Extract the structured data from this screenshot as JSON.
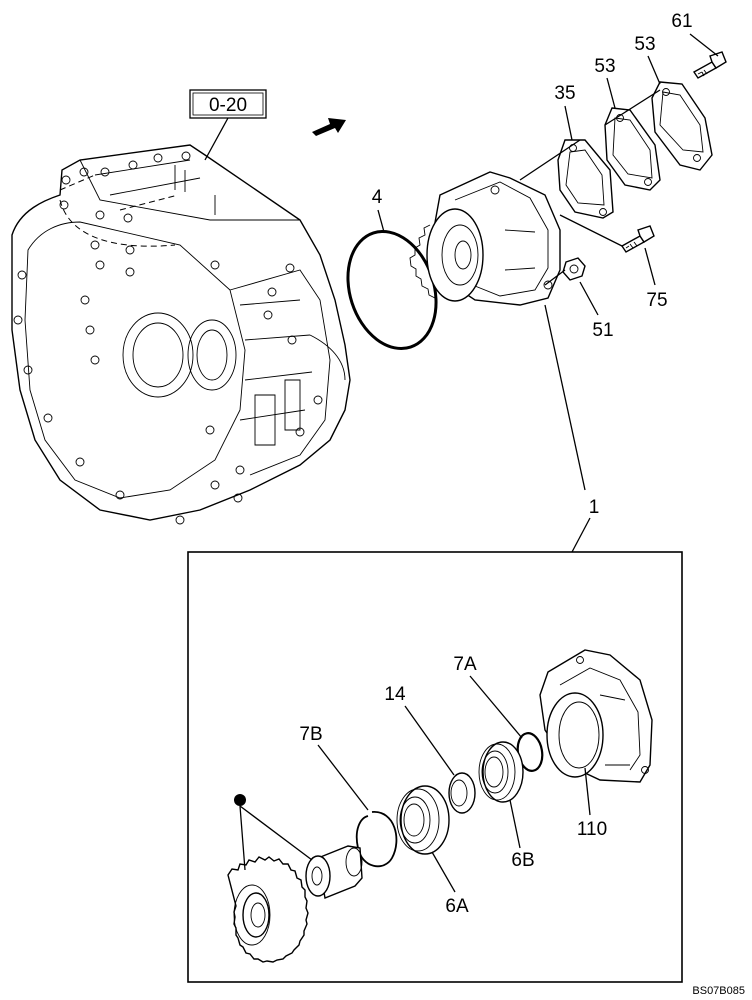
{
  "diagram": {
    "reference_box": "0-20",
    "callouts": {
      "c61": "61",
      "c53a": "53",
      "c53b": "53",
      "c35": "35",
      "c4": "4",
      "c75": "75",
      "c51": "51",
      "c1": "1",
      "c7A": "7A",
      "c14": "14",
      "c7B": "7B",
      "c110": "110",
      "c6B": "6B",
      "c6A": "6A"
    },
    "drawing_code": "BS07B085"
  }
}
